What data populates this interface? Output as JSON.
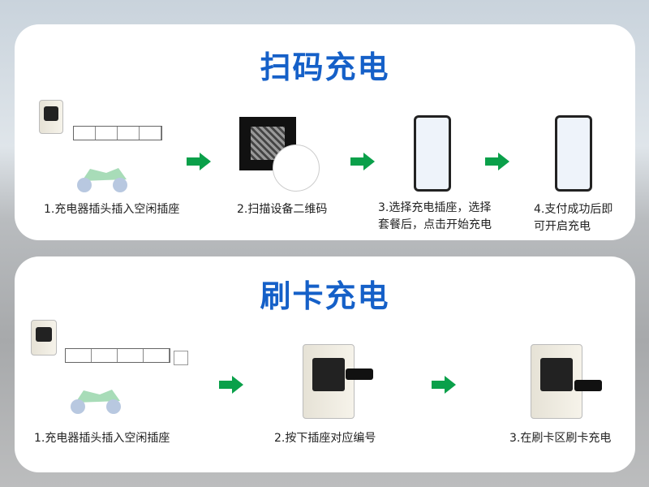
{
  "scan_section": {
    "title": "扫码充电",
    "steps": [
      {
        "label": "1.充电器插头插入空闲插座"
      },
      {
        "label": "2.扫描设备二维码"
      },
      {
        "label_line1": "3.选择充电插座，选择",
        "label_line2": "套餐后，点击开始充电"
      },
      {
        "label_line1": "4.支付成功后即",
        "label_line2": "可开启充电"
      }
    ]
  },
  "card_section": {
    "title": "刷卡充电",
    "steps": [
      {
        "label": "1.充电器插头插入空闲插座"
      },
      {
        "label": "2.按下插座对应编号"
      },
      {
        "label": "3.在刷卡区刷卡充电"
      }
    ]
  },
  "colors": {
    "title": "#1560c8",
    "arrow": "#0aa04a"
  }
}
